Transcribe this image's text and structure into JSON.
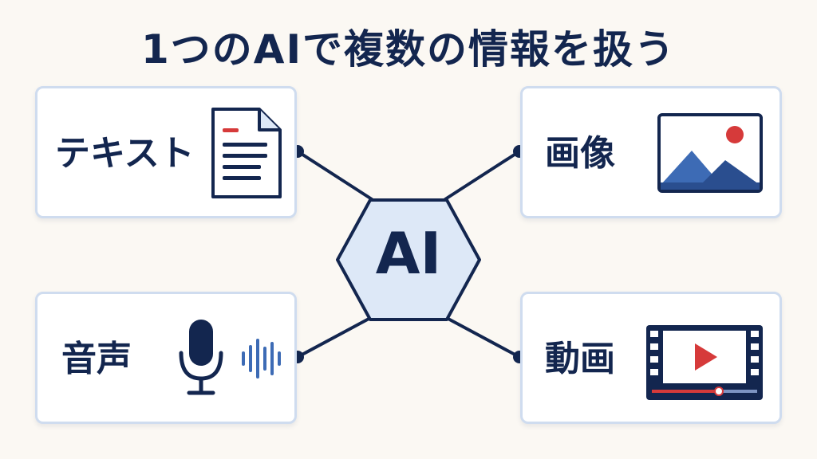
{
  "title": "1つのAIで複数の情報を扱う",
  "hub": {
    "label": "AI"
  },
  "cards": {
    "text": {
      "label": "テキスト",
      "icon": "document-icon"
    },
    "image": {
      "label": "画像",
      "icon": "image-icon"
    },
    "audio": {
      "label": "音声",
      "icon": "microphone-icon"
    },
    "video": {
      "label": "動画",
      "icon": "video-player-icon"
    }
  },
  "colors": {
    "navy": "#13264f",
    "accent_red": "#d63a3a",
    "blue": "#3d6bb5",
    "card_border": "#cfdcef",
    "hub_fill": "#dde8f7"
  }
}
